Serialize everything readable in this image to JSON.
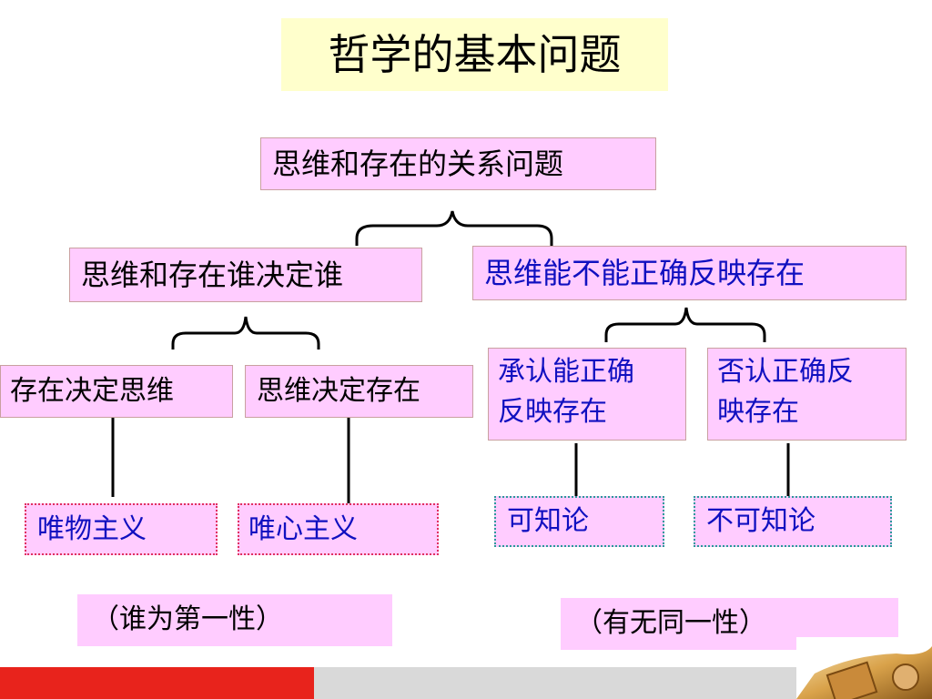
{
  "title": "哲学的基本问题",
  "root": "思维和存在的关系问题",
  "level1": {
    "left": "思维和存在谁决定谁",
    "right": "思维能不能正确反映存在"
  },
  "level2": {
    "a": "存在决定思维",
    "b": "思维决定存在",
    "c_line1": "承认能正确",
    "c_line2": "反映存在",
    "d_line1": "否认正确反",
    "d_line2": "映存在"
  },
  "leaves": {
    "a": "唯物主义",
    "b": "唯心主义",
    "c": "可知论",
    "d": "不可知论"
  },
  "notes": {
    "left": "（谁为第一性）",
    "right": "（有无同一性）"
  },
  "colors": {
    "title_bg": "#ffffcc",
    "box_bg": "#ffccff",
    "blue_text": "#1010c0",
    "bar_red": "#e8231c",
    "bar_grey": "#d9d9d9"
  }
}
